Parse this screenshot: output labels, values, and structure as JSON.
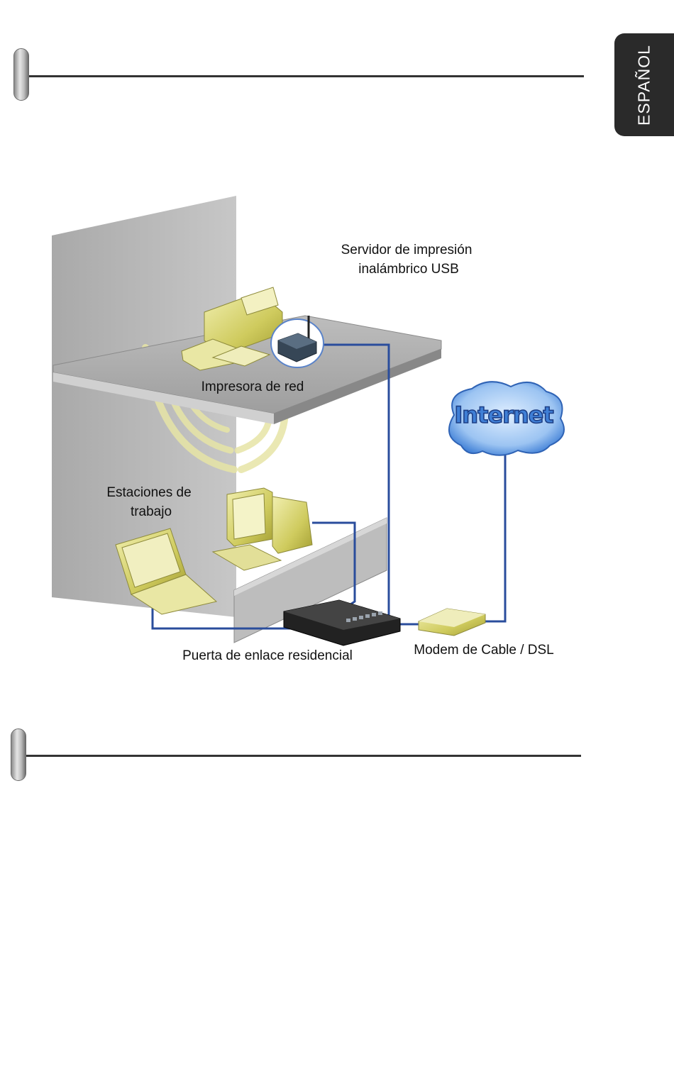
{
  "language_tab": {
    "label": "ESPAÑOL"
  },
  "diagram": {
    "labels": {
      "print_server": [
        "Servidor de impresión",
        "inalámbrico USB"
      ],
      "network_printer": "Impresora de red",
      "workstations": [
        "Estaciones de",
        "trabajo"
      ],
      "internet": "Internet",
      "gateway": "Puerta de enlace residencial",
      "modem": "Modem de Cable / DSL"
    },
    "colors": {
      "cable": "#2a4d9c",
      "device_fill": "#d8d67a",
      "wall": "#b8b8b8",
      "cloud": "#3f7fd6"
    }
  }
}
